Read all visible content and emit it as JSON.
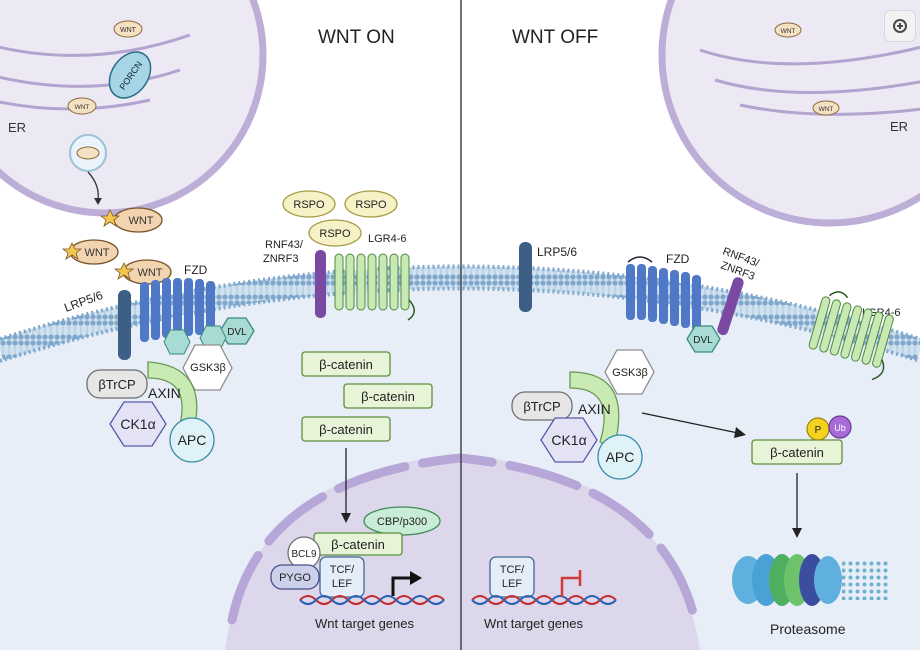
{
  "headings": {
    "wnt_on": "WNT ON",
    "wnt_off": "WNT OFF"
  },
  "labels": {
    "er": "ER",
    "wnt": "WNT",
    "porcn": "PORCN",
    "lrp": "LRP5/6",
    "fzd": "FZD",
    "dvl": "DVL",
    "rspo": "RSPO",
    "rnf43": "RNF43/",
    "znrf3": "ZNRF3",
    "lgr": "LGR4-6",
    "gsk3b": "GSK3β",
    "btrcp": "βTrCP",
    "axin": "AXIN",
    "ck1a": "CK1α",
    "apc": "APC",
    "bcat": "β-catenin",
    "cbp": "CBP/p300",
    "bcl9": "BCL9",
    "pygo": "PYGO",
    "tcf": "TCF/",
    "lef": "LEF",
    "target_genes": "Wnt target genes",
    "p": "P",
    "ub": "Ub",
    "proteasome": "Proteasome"
  },
  "colors": {
    "membrane": "#8fb3d4",
    "cytoplasm": "#e9eff8",
    "nucleus": "#d9d3ea",
    "fzd": "#4f79c7",
    "lrp": "#3d5f86",
    "lgr": "#bfe5ad",
    "rnf": "#7a4aa3",
    "bcatenin": "#e8f4d8",
    "wnt": "#f4e0c2"
  }
}
